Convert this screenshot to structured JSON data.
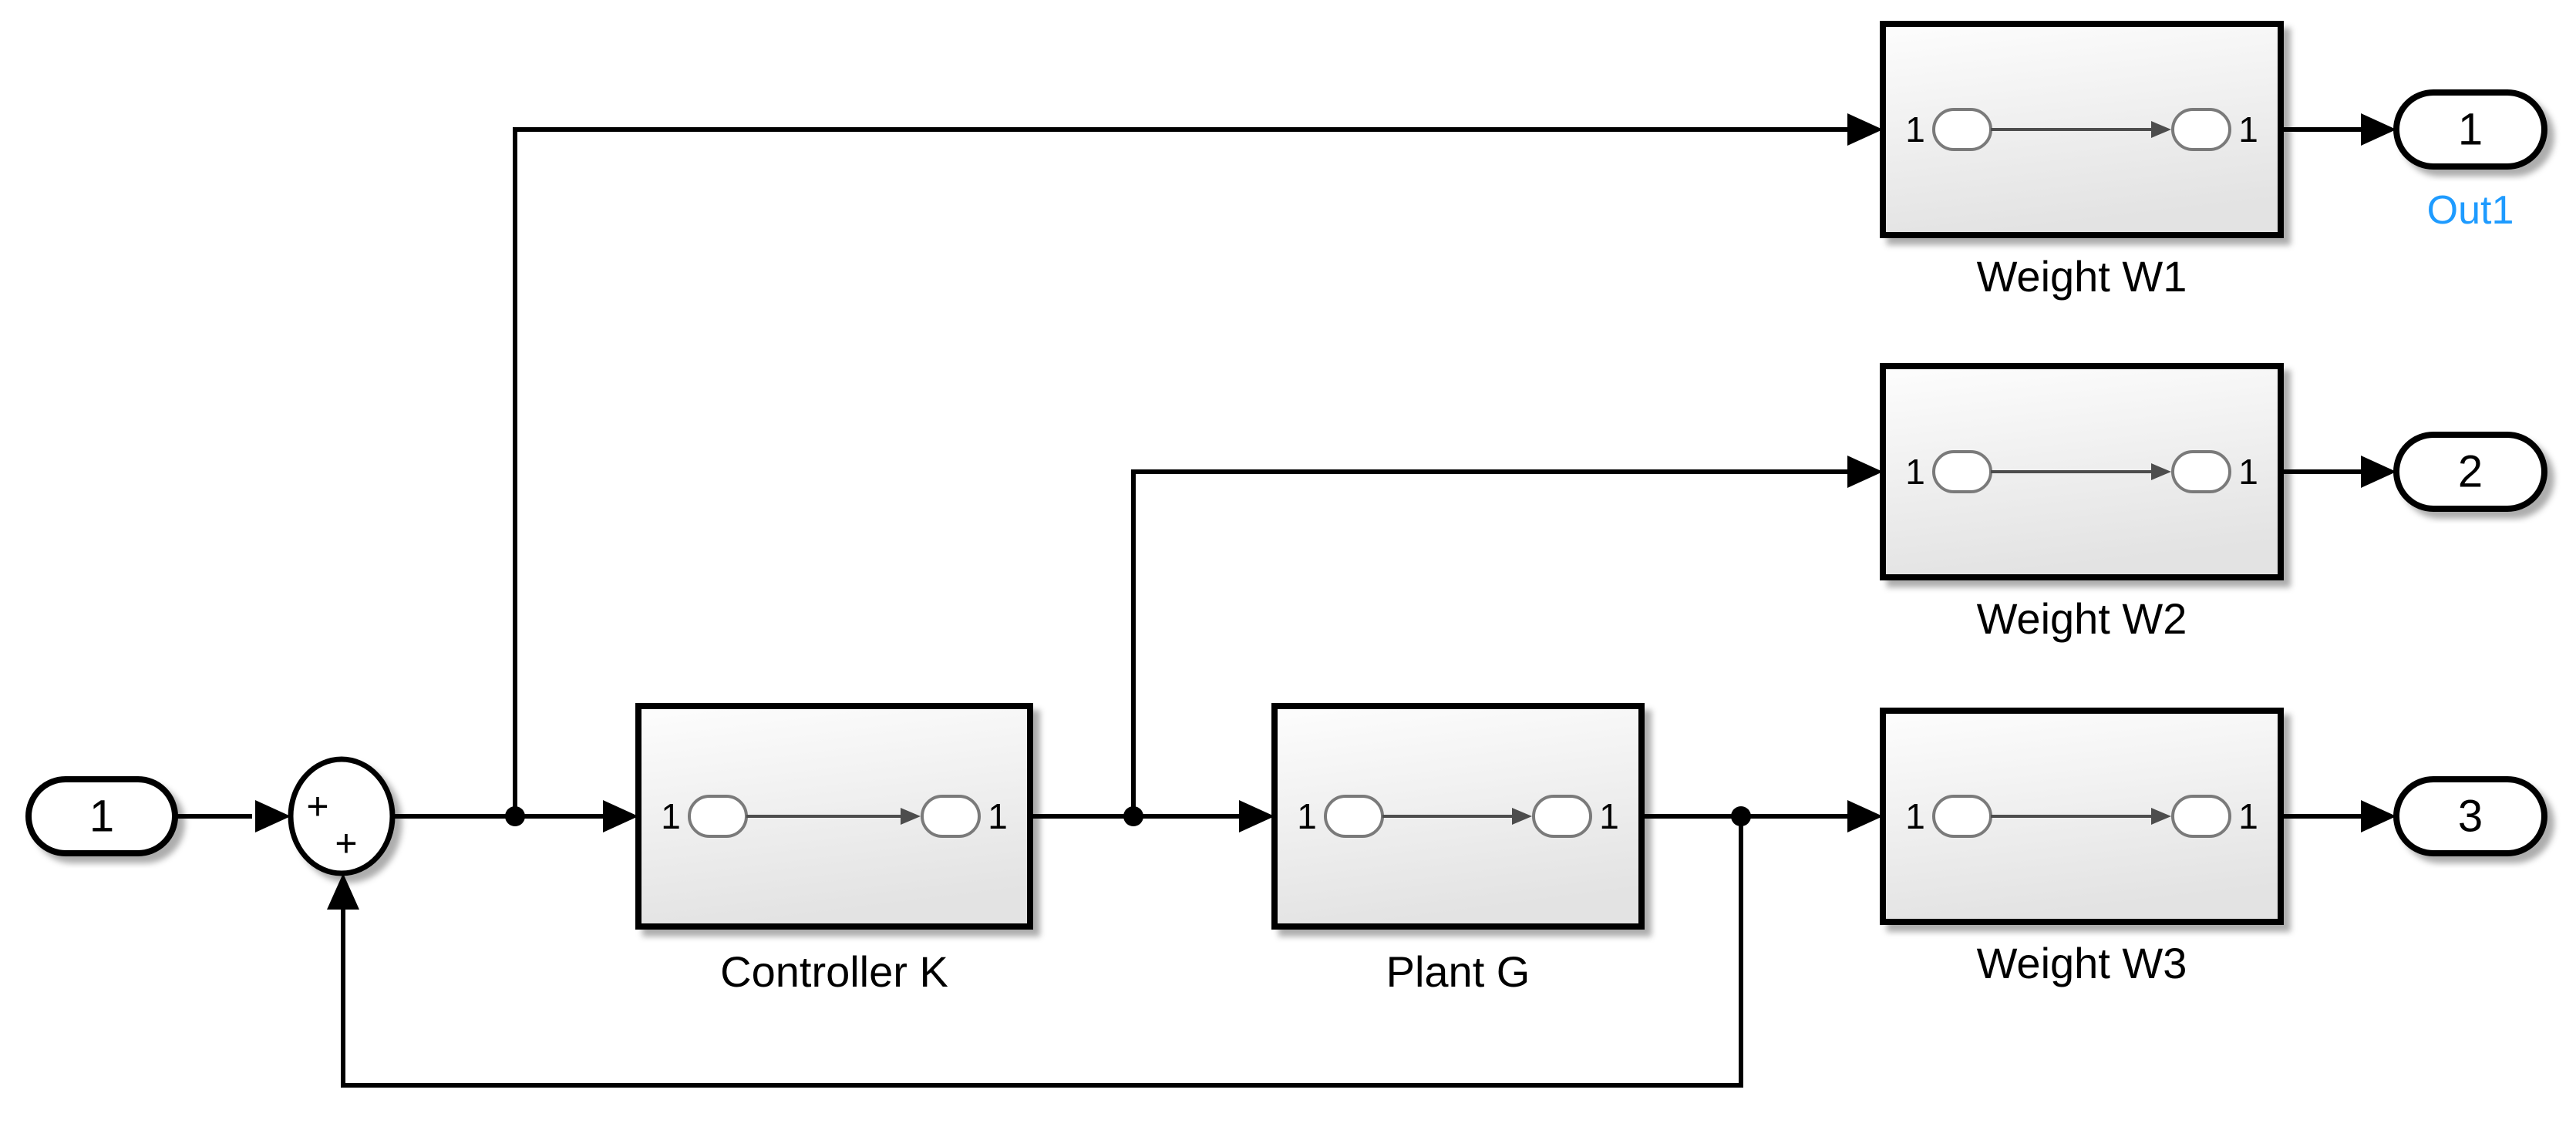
{
  "blocks": [
    {
      "label": "Controller K",
      "in_port": "1",
      "out_port": "1"
    },
    {
      "label": "Plant G",
      "in_port": "1",
      "out_port": "1"
    },
    {
      "label": "Weight W1",
      "in_port": "1",
      "out_port": "1"
    },
    {
      "label": "Weight W2",
      "in_port": "1",
      "out_port": "1"
    },
    {
      "label": "Weight W3",
      "in_port": "1",
      "out_port": "1"
    }
  ],
  "inport": {
    "number": "1"
  },
  "outports": [
    {
      "number": "1",
      "label": "Out1"
    },
    {
      "number": "2"
    },
    {
      "number": "3"
    }
  ],
  "sum": {
    "sign_input": "+",
    "sign_feedback": "+"
  },
  "colors": {
    "outport_label": "#1e9bff",
    "wire": "#000000",
    "block_fill_top": "#fdfdfd",
    "block_fill_bottom": "#e3e3e3"
  }
}
